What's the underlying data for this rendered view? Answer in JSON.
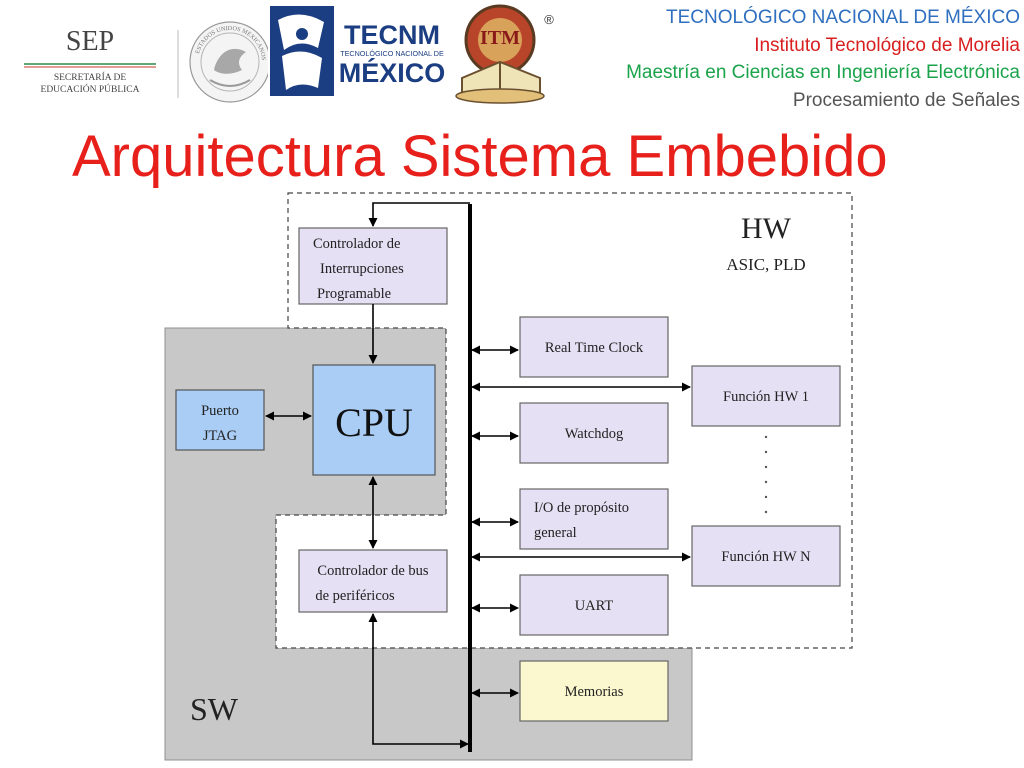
{
  "header": {
    "sep_logo": {
      "acronym": "SEP",
      "line1": "SECRETARÍA DE",
      "line2": "EDUCACIÓN PÚBLICA"
    },
    "seal_text": "ESTADOS UNIDOS MEXICANOS",
    "tecnm_logo": {
      "line1": "TECNM",
      "line2": "TECNOLÓGICO NACIONAL DE",
      "line3": "MÉXICO"
    },
    "itm_logo": {
      "letters": "ITM",
      "registered": "®"
    },
    "institution_lines": [
      {
        "text": "TECNOLÓGICO NACIONAL DE MÉXICO",
        "color": "#2f6fbf"
      },
      {
        "text": "Instituto Tecnológico de Morelia",
        "color": "#d81e1e"
      },
      {
        "text": "Maestría en Ciencias en Ingeniería Electrónica",
        "color": "#1aa34a"
      },
      {
        "text": "Procesamiento de Señales",
        "color": "#555555"
      }
    ]
  },
  "title": "Arquitectura Sistema Embebido",
  "diagram": {
    "regions": {
      "hw_label": "HW",
      "hw_sublabel": "ASIC, PLD",
      "sw_label": "SW"
    },
    "blocks": {
      "interrupt_controller": [
        "Controlador de",
        "Interrupciones",
        "Programable"
      ],
      "cpu": "CPU",
      "jtag": [
        "Puerto",
        "JTAG"
      ],
      "bus_controller": [
        "Controlador de bus",
        "de periféricos"
      ],
      "real_time_clock": "Real Time Clock",
      "watchdog": "Watchdog",
      "gpio": [
        "I/O de propósito",
        "general"
      ],
      "uart": "UART",
      "memories": "Memorias",
      "hw_function_1": "Función HW 1",
      "hw_function_n": "Función HW N"
    },
    "colors": {
      "sw_region": "#c8c8c8",
      "periph_block": "#e6e0f4",
      "cpu_block": "#a9cdf5",
      "memory_block": "#fbf8cf",
      "line": "#000000"
    }
  }
}
